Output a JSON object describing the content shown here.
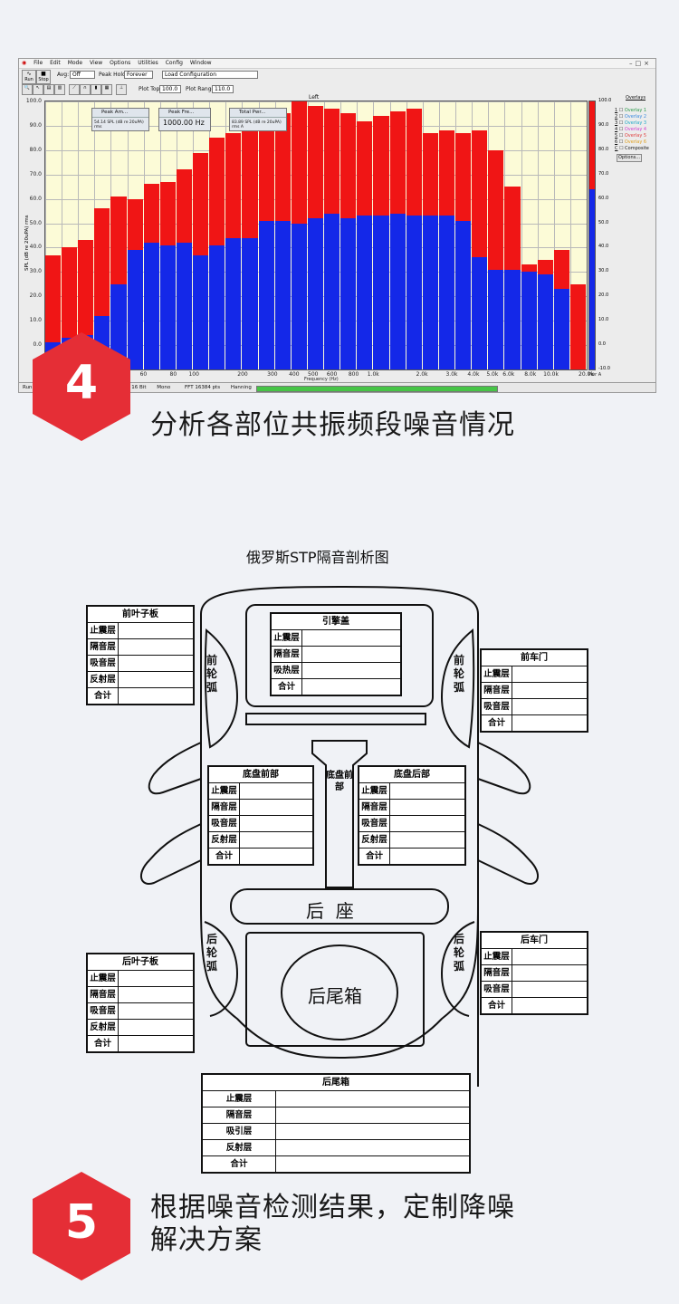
{
  "app": {
    "menu": [
      "File",
      "Edit",
      "Mode",
      "View",
      "Options",
      "Utilities",
      "Config",
      "Window"
    ],
    "toolbar": {
      "run_label": "Run",
      "stop_label": "Stop",
      "avg_label": "Avg:",
      "avg_value": "Off",
      "peak_hold_label": "Peak Hold:",
      "peak_hold_value": "Forever",
      "load_config_value": "Load Configuration",
      "plot_top_label": "Plot Top:",
      "plot_top_value": "100.0",
      "plot_range_label": "Plot Range:",
      "plot_range_value": "110.0"
    },
    "plot_title": "Left",
    "ylabel": "SPL (dB re 20uPA) rms",
    "xlabel": "Frequency (Hz)",
    "right_label": "Pwr A",
    "overlays": {
      "title": "Overlays",
      "items": [
        {
          "id": "1",
          "label": "Overlay 1",
          "color": "#2a9a4a"
        },
        {
          "id": "2",
          "label": "Overlay 2",
          "color": "#3a8adf"
        },
        {
          "id": "3",
          "label": "Overlay 3",
          "color": "#20aac8"
        },
        {
          "id": "4",
          "label": "Overlay 4",
          "color": "#d040d0"
        },
        {
          "id": "5",
          "label": "Overlay 5",
          "color": "#e04040"
        },
        {
          "id": "6",
          "label": "Overlay 6",
          "color": "#e0a020"
        },
        {
          "id": "C",
          "label": "Composite",
          "color": "#111111"
        }
      ],
      "options_label": "Options..."
    },
    "panels": [
      {
        "title": "Peak Am...",
        "value": "54.14 SPL (dB re 20uPA) rms"
      },
      {
        "title": "Peak Fre...",
        "value": "1000.00 Hz"
      },
      {
        "title": "Total Pwr...",
        "value": "83.89 SPL (dB re 20uPA) rms A"
      }
    ],
    "status": {
      "s1": "Run",
      "s2": "16 Bit",
      "s3": "Mono",
      "s4": "FFT 16384 pts",
      "s5": "Hanning"
    }
  },
  "chart_data": {
    "type": "bar",
    "xlabel": "Frequency (Hz)",
    "ylabel": "SPL (dB re 20uPA) rms",
    "ylim": [
      -10,
      100
    ],
    "y_ticks": [
      "100.0",
      "90.0",
      "80.0",
      "70.0",
      "60.0",
      "50.0",
      "40.0",
      "30.0",
      "20.0",
      "10.0",
      "0.0"
    ],
    "x_ticks": [
      "60",
      "80",
      "100",
      "200",
      "300",
      "400",
      "500",
      "600",
      "800",
      "1.0k",
      "2.0k",
      "3.0k",
      "4.0k",
      "5.0k",
      "6.0k",
      "8.0k",
      "10.0k",
      "20.0k"
    ],
    "series": [
      {
        "name": "peak",
        "color": "#f01515",
        "values": [
          37,
          40,
          43,
          56,
          61,
          60,
          66,
          67,
          72,
          79,
          85,
          87,
          88,
          92,
          95,
          100,
          98,
          97,
          95,
          92,
          94,
          96,
          97,
          87,
          88,
          87,
          88,
          80,
          65,
          33,
          35,
          39,
          25
        ]
      },
      {
        "name": "current",
        "color": "#1428e8",
        "values": [
          1,
          3,
          4,
          12,
          25,
          39,
          42,
          41,
          42,
          37,
          41,
          44,
          44,
          51,
          51,
          50,
          52,
          54,
          52,
          53,
          53,
          54,
          53,
          53,
          53,
          51,
          36,
          31,
          31,
          30,
          29,
          23
        ]
      }
    ],
    "right_bar": {
      "peak": 100,
      "current": 64
    },
    "right_ticks": [
      "100.0",
      "90.0",
      "80.0",
      "70.0",
      "60.0",
      "50.0",
      "40.0",
      "30.0",
      "20.0",
      "10.0",
      "0.0",
      "-10.0"
    ]
  },
  "steps": [
    {
      "number": "4",
      "text": "分析各部位共振频段噪音情况"
    },
    {
      "number": "5",
      "line1": "根据噪音检测结果，定制降噪",
      "line2": "解决方案"
    }
  ],
  "diagram": {
    "title": "俄罗斯STP隔音剖析图",
    "tables": {
      "front_fender": {
        "title": "前叶子板",
        "rows": [
          "止震层",
          "隔音层",
          "吸音层",
          "反射层",
          "合计"
        ]
      },
      "hood": {
        "title": "引擎盖",
        "rows": [
          "止震层",
          "隔音层",
          "吸热层",
          "合计"
        ]
      },
      "front_door": {
        "title": "前车门",
        "rows": [
          "止震层",
          "隔音层",
          "吸音层",
          "合计"
        ]
      },
      "chassis_front": {
        "title": "底盘前部",
        "rows": [
          "止震层",
          "隔音层",
          "吸音层",
          "反射层",
          "合计"
        ]
      },
      "chassis_rear": {
        "title": "底盘后部",
        "rows": [
          "止震层",
          "隔音层",
          "吸音层",
          "反射层",
          "合计"
        ]
      },
      "rear_fender": {
        "title": "后叶子板",
        "rows": [
          "止震层",
          "隔音层",
          "吸音层",
          "反射层",
          "合计"
        ]
      },
      "rear_door": {
        "title": "后车门",
        "rows": [
          "止震层",
          "隔音层",
          "吸音层",
          "合计"
        ]
      },
      "trunk": {
        "title": "后尾箱",
        "rows": [
          "止震层",
          "隔音层",
          "吸引层",
          "反射层",
          "合计"
        ]
      }
    },
    "labels": {
      "front_wheel_left": "前轮弧",
      "front_wheel_right": "前轮弧",
      "rear_wheel_left": "后轮弧",
      "rear_wheel_right": "后轮弧",
      "chassis_front_box": "底盘前部",
      "rear_seat": "后  座",
      "trunk_inner": "后尾箱"
    }
  }
}
